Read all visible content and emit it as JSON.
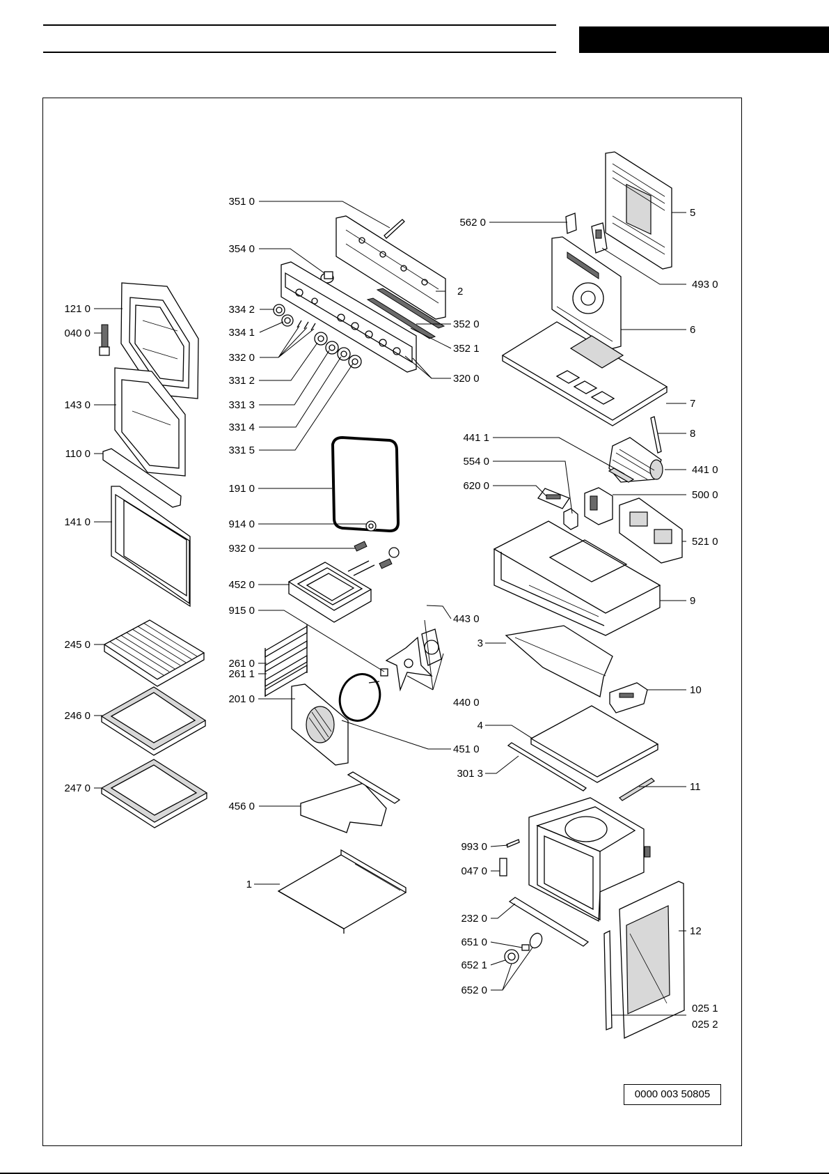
{
  "parts": {
    "p3510": "351 0",
    "p3540": "354 0",
    "p3342": "334 2",
    "p3341": "334 1",
    "p3320": "332 0",
    "p3312": "331 2",
    "p3313": "331 3",
    "p3314": "331 4",
    "p3315": "331 5",
    "p1910": "191 0",
    "p9140": "914 0",
    "p9320": "932 0",
    "p4520": "452 0",
    "p9150": "915 0",
    "p2610": "261 0",
    "p2611": "261 1",
    "p2010": "201 0",
    "p4560": "456 0",
    "p1": "1",
    "p1210": "121 0",
    "p0400": "040 0",
    "p1430": "143 0",
    "p1100": "110 0",
    "p1410": "141 0",
    "p2450": "245 0",
    "p2460": "246 0",
    "p2470": "247 0",
    "p5620": "562 0",
    "p2": "2",
    "p3520": "352 0",
    "p3521": "352 1",
    "p3200": "320 0",
    "p5": "5",
    "p4930": "493 0",
    "p6": "6",
    "p7": "7",
    "p8": "8",
    "p4411": "441 1",
    "p4410": "441 0",
    "p5540": "554 0",
    "p6200": "620 0",
    "p5000": "500 0",
    "p5210": "521 0",
    "p9": "9",
    "p4430": "443 0",
    "p3": "3",
    "p4400": "440 0",
    "p10": "10",
    "p4": "4",
    "p4510": "451 0",
    "p3013": "301 3",
    "p11": "11",
    "p9930": "993 0",
    "p0470": "047 0",
    "p2320": "232 0",
    "p12": "12",
    "p6510": "651 0",
    "p6521": "652 1",
    "p6520": "652 0",
    "p0251": "025 1",
    "p0252": "025 2"
  },
  "document_number": "0000 003 50805"
}
